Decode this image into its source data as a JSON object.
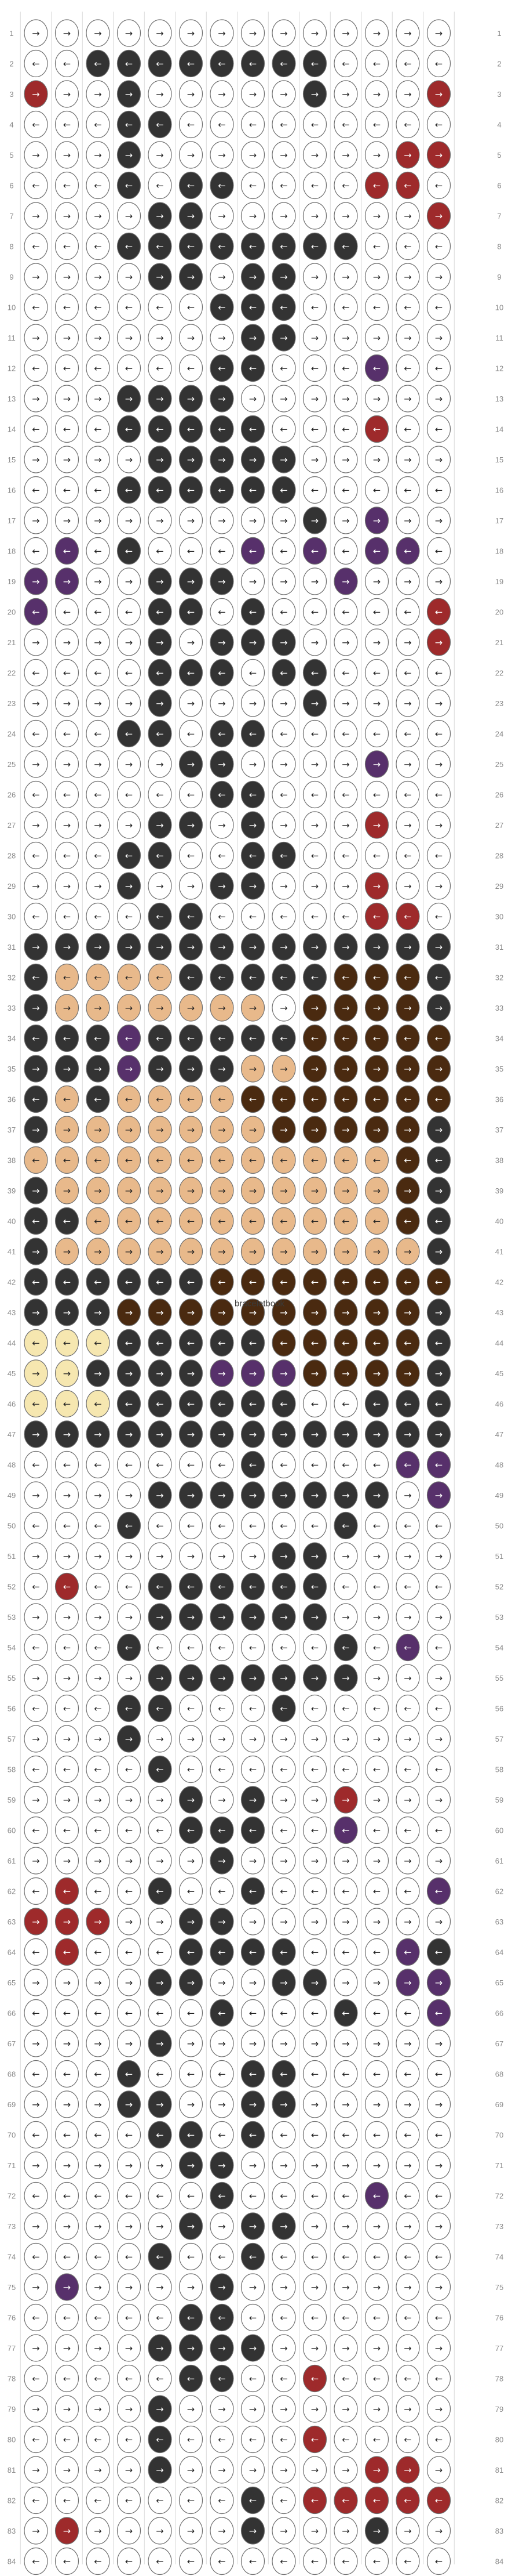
{
  "pattern": {
    "type": "alpha-friendship-bracelet",
    "rows": 84,
    "columns": 14,
    "row_numbers_left": [
      "1",
      "2",
      "3",
      "4",
      "5",
      "6",
      "7",
      "8",
      "9",
      "10",
      "11",
      "12",
      "13",
      "14",
      "15",
      "16",
      "17",
      "18",
      "19",
      "20",
      "21",
      "22",
      "23",
      "24",
      "25",
      "26",
      "27",
      "28",
      "29",
      "30",
      "31",
      "32",
      "33",
      "34",
      "35",
      "36",
      "37",
      "38",
      "39",
      "40",
      "41",
      "42",
      "43",
      "44",
      "45",
      "46",
      "47",
      "48",
      "49",
      "50",
      "51",
      "52",
      "53",
      "54",
      "55",
      "56",
      "57",
      "58",
      "59",
      "60",
      "61",
      "62",
      "63",
      "64",
      "65",
      "66",
      "67",
      "68",
      "69",
      "70",
      "71",
      "72",
      "73",
      "74",
      "75",
      "76",
      "77",
      "78",
      "79",
      "80",
      "81",
      "82",
      "83",
      "84"
    ],
    "row_numbers_right": [
      "1",
      "2",
      "3",
      "4",
      "5",
      "6",
      "7",
      "8",
      "9",
      "10",
      "11",
      "12",
      "13",
      "14",
      "15",
      "16",
      "17",
      "18",
      "19",
      "20",
      "21",
      "22",
      "23",
      "24",
      "25",
      "26",
      "27",
      "28",
      "29",
      "30",
      "31",
      "32",
      "33",
      "34",
      "35",
      "36",
      "37",
      "38",
      "39",
      "40",
      "41",
      "42",
      "43",
      "44",
      "45",
      "46",
      "47",
      "48",
      "49",
      "50",
      "51",
      "52",
      "53",
      "54",
      "55",
      "56",
      "57",
      "58",
      "59",
      "60",
      "61",
      "62",
      "63",
      "64",
      "65",
      "66",
      "67",
      "68",
      "69",
      "70",
      "71",
      "72",
      "73",
      "74",
      "75",
      "76",
      "77",
      "78",
      "79",
      "80",
      "81",
      "82",
      "83",
      "84"
    ],
    "watermark": "braceletbook",
    "colors": {
      "background": "#ffffff",
      "dark": "#333333",
      "red": "#9e2a2b",
      "purple": "#57306b",
      "tan": "#e8b98b",
      "brown": "#4a2a10",
      "cream": "#f6e7b0",
      "knot_outline": "#6e6e6e",
      "row_number": "#8a8a8a"
    },
    "knot_legend": {
      "white": "w",
      "dark": "d",
      "red": "r",
      "purple": "p",
      "tan": "t",
      "brown": "b",
      "cream": "c"
    },
    "knot_rows": [
      "wwwwwwwwwwwwww",
      "wwddddddddwwww",
      "rwwdwwwwwdwwwr",
      "wwwddwwwwwwwww",
      "wwwdwwwwwwwwrr",
      "wwwdwddwwwwrrw",
      "wwwwddwwwwwwwr",
      "wwwddddddddwww",
      "wwwwddwddwwwww",
      "wwwwwwdddwwwww",
      "wwwwwwwddwwwww",
      "wwwwwwddwwwpww",
      "wwwddddwwwwwww",
      "wwwdddddwwwrww",
      "wwwwdddddwwwww",
      "wwwddddddwwwww",
      "wwwwwwwwwdwpww",
      "wpwdwwwpwpwppw",
      "ppwwdddwwwpwww",
      "pwwwddwdwwwwwr",
      "wwwwdwdddwwwwr",
      "wwwwdddwddwwww",
      "wwwwdwwwwdwwww",
      "wwwddwddwwwwww",
      "wwwwwddwwwwpww",
      "wwwwwwddwwwwww",
      "wwwwddwdwwwrww",
      "wwwddwwddwwwww",
      "wwwdwwddwwwrww",
      "wwwwddwwwwwrrw",
      "dddddddddddddd",
      "dttttdddddbbbd",
      "dtttttttwbbbbd",
      "dddpdddddbbbbb",
      "dddpdddttbbbbb",
      "dtdttttbbbbbbb",
      "dtttttttbbbbbd",
      "ttttttttttttbd",
      "dtttttttttttbd",
      "ddttttttttttbd",
      "dttttttttttttd",
      "ddddddbbbbbbbb",
      "dddbbbbbbbbbbd",
      "cccdddddbbbbbd",
      "ccddddpppbbbbd",
      "cccddddddwwddd",
      "dddddddddddddd",
      "wwwwwwwdwwwwpp",
      "wwwwddddddddwp",
      "wwwdwwwwwwdwww",
      "wwwwwwwwddwwww",
      "wrwwddddddwwww",
      "wwwwddddddwwww",
      "wwwdwwwwwwdwpw",
      "wwwwdddddddwww",
      "wwwddwwwdwwwww",
      "wwwdwwwwwwwwww",
      "wwwwdwwwwwwwww",
      "wwwwwdwdwwrwww",
      "wwwwwdddwwpwww",
      "wwwwwwdwwwwwww",
      "wrwwdwwdwwwwwp",
      "rrrwwddwwwwwww",
      "wrwwwddddwwwpd",
      "wwwwddwwddwwpp",
      "wwwwwwdwwwdwwp",
      "wwwwdwwwwwwwww",
      "wwwdwwwddwwwww",
      "wwwddwwddwwwww",
      "wwwwddwdwwwwww",
      "wwwwwddwwwwwww",
      "wwwwwwdwwwwpww",
      "wwwwwdwddwwwww",
      "wwwwdwwdwwwwww",
      "wpwwwwdwwwwwww",
      "wwwwwddwwwwwww",
      "wwwwddddwwwwww",
      "wwwwwddwwrwwww",
      "wwwwdwwwwwwwww",
      "wwwwdwwwwrwwww",
      "wwwwdwwwwwwrrw",
      "wwwwwwwdwrrrrr",
      "wrwwwwwdwwwdww",
      "wwwwwwwwwwwwww"
    ]
  }
}
